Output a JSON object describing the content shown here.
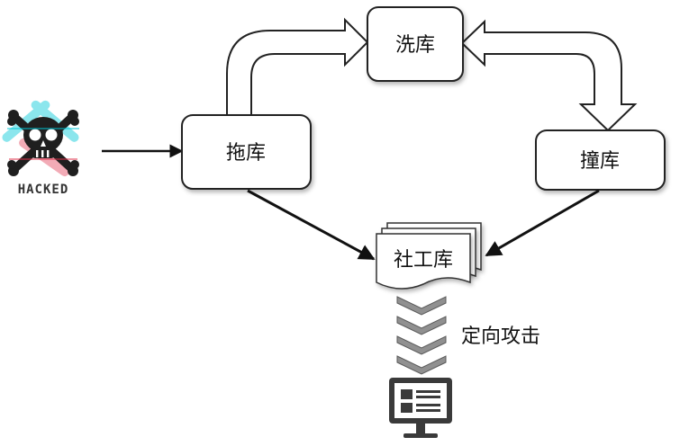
{
  "nodes": {
    "drag_db": "拖库",
    "wash_db": "洗库",
    "stuff_db": "撞库",
    "social_db": "社工库"
  },
  "hacked_text": "HACKED",
  "attack_label": "定向攻击",
  "colors": {
    "box_fill": "#ffffff",
    "box_stroke": "#222222",
    "arrow": "#111111",
    "chevron": "#909090",
    "monitor": "#3a3a3a",
    "skull": "#1f1f1f"
  },
  "icons": {
    "hacker": "skull-crossbones-icon",
    "monitor": "monitor-icon"
  }
}
